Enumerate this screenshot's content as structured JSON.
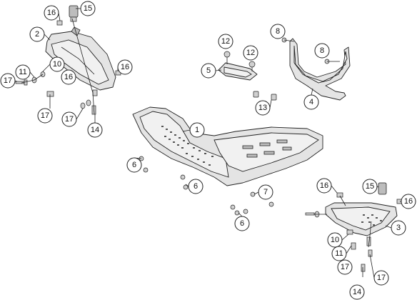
{
  "diagram": {
    "callouts": [
      {
        "id": "c1",
        "label": "1"
      },
      {
        "id": "c2",
        "label": "2"
      },
      {
        "id": "c3",
        "label": "3"
      },
      {
        "id": "c4",
        "label": "4"
      },
      {
        "id": "c5",
        "label": "5"
      },
      {
        "id": "c6a",
        "label": "6"
      },
      {
        "id": "c6b",
        "label": "6"
      },
      {
        "id": "c6c",
        "label": "6"
      },
      {
        "id": "c7",
        "label": "7"
      },
      {
        "id": "c8a",
        "label": "8"
      },
      {
        "id": "c8b",
        "label": "8"
      },
      {
        "id": "c10a",
        "label": "10"
      },
      {
        "id": "c10b",
        "label": "10"
      },
      {
        "id": "c11a",
        "label": "11"
      },
      {
        "id": "c11b",
        "label": "11"
      },
      {
        "id": "c12a",
        "label": "12"
      },
      {
        "id": "c12b",
        "label": "12"
      },
      {
        "id": "c13",
        "label": "13"
      },
      {
        "id": "c14a",
        "label": "14"
      },
      {
        "id": "c14b",
        "label": "14"
      },
      {
        "id": "c15a",
        "label": "15"
      },
      {
        "id": "c15b",
        "label": "15"
      },
      {
        "id": "c16a",
        "label": "16"
      },
      {
        "id": "c16b",
        "label": "16"
      },
      {
        "id": "c16c",
        "label": "16"
      },
      {
        "id": "c16d",
        "label": "16"
      },
      {
        "id": "c16e",
        "label": "16"
      },
      {
        "id": "c17a",
        "label": "17"
      },
      {
        "id": "c17b",
        "label": "17"
      },
      {
        "id": "c17c",
        "label": "17"
      },
      {
        "id": "c17d",
        "label": "17"
      },
      {
        "id": "c17e",
        "label": "17"
      }
    ]
  }
}
